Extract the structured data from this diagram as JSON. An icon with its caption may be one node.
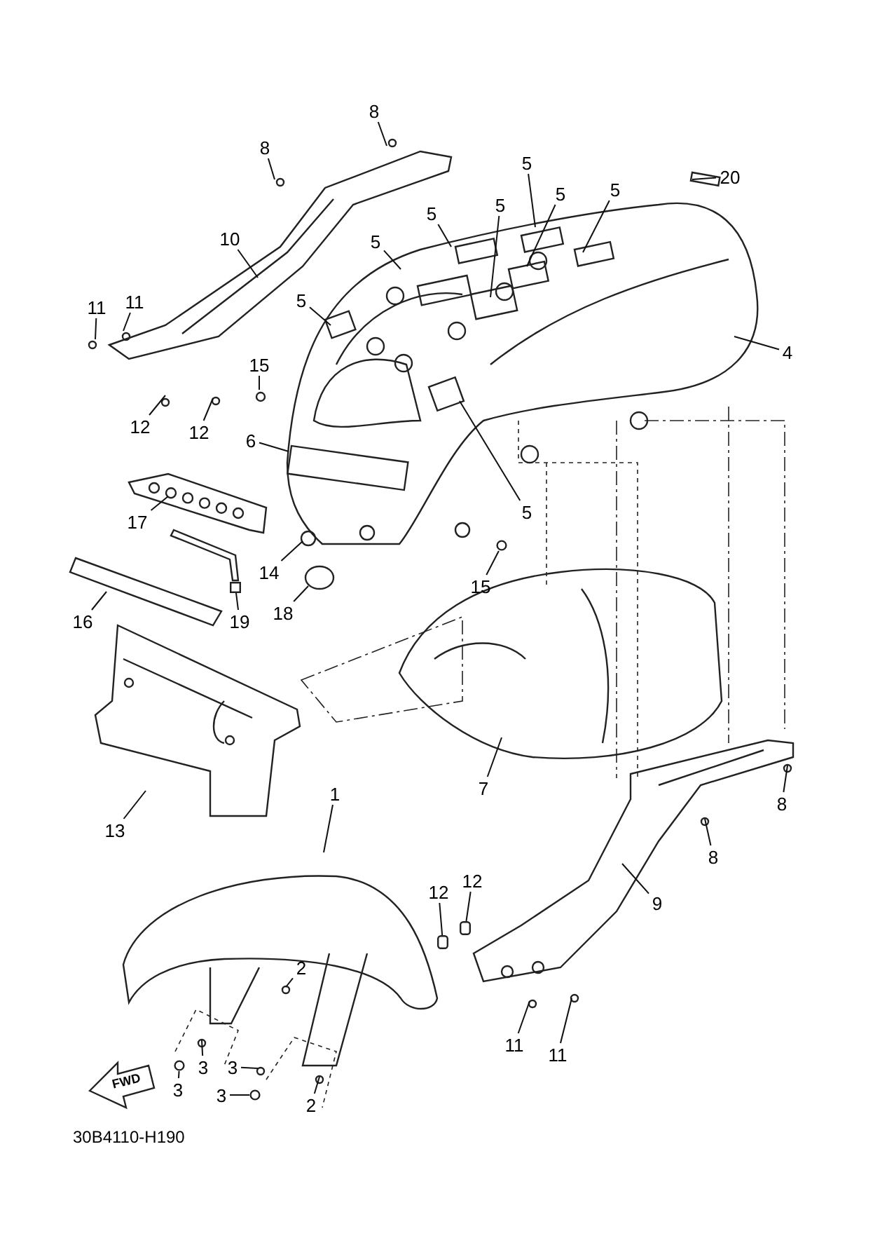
{
  "diagram": {
    "nodes": [
      {
        "text": [
          "8"
        ]
      },
      {
        "text": [
          "8"
        ]
      },
      {
        "text": [
          "5"
        ]
      },
      {
        "text": [
          "20"
        ]
      },
      {
        "text": [
          "5"
        ]
      },
      {
        "text": [
          "5"
        ]
      },
      {
        "text": [
          "5"
        ]
      },
      {
        "text": [
          "5"
        ]
      },
      {
        "text": [
          "10"
        ]
      },
      {
        "text": [
          "5"
        ]
      },
      {
        "text": [
          "5"
        ]
      },
      {
        "text": [
          "11"
        ]
      },
      {
        "text": [
          "11"
        ]
      },
      {
        "text": [
          "4"
        ]
      },
      {
        "text": [
          "15"
        ]
      },
      {
        "text": [
          "12"
        ]
      },
      {
        "text": [
          "12"
        ]
      },
      {
        "text": [
          "6"
        ]
      },
      {
        "text": [
          "5"
        ]
      },
      {
        "text": [
          "17"
        ]
      },
      {
        "text": [
          "14"
        ]
      },
      {
        "text": [
          "15"
        ]
      },
      {
        "text": [
          "18"
        ]
      },
      {
        "text": [
          "16"
        ]
      },
      {
        "text": [
          "19"
        ]
      },
      {
        "text": [
          "7"
        ]
      },
      {
        "text": [
          "1"
        ]
      },
      {
        "text": [
          "8"
        ]
      },
      {
        "text": [
          "13"
        ]
      },
      {
        "text": [
          "8"
        ]
      },
      {
        "text": [
          "12"
        ]
      },
      {
        "text": [
          "9"
        ]
      },
      {
        "text": [
          "12"
        ]
      },
      {
        "text": [
          "2"
        ]
      },
      {
        "text": [
          "11"
        ]
      },
      {
        "text": [
          "11"
        ]
      },
      {
        "text": [
          "3"
        ]
      },
      {
        "text": [
          "3"
        ]
      },
      {
        "text": [
          "3"
        ]
      },
      {
        "text": [
          "3"
        ]
      },
      {
        "text": [
          "2"
        ]
      },
      {
        "text": [],
        "shape": "circle"
      },
      {
        "text": [],
        "shape": "box"
      },
      {
        "text": [],
        "shape": "cylinder"
      },
      {
        "text": [],
        "shape": "circle"
      },
      {
        "text": [],
        "shape": "circle"
      },
      {
        "text": [],
        "shape": "cylinder"
      }
    ],
    "edges": [
      {
        "from": 0,
        "to": null,
        "arrow": "none"
      },
      {
        "from": 1,
        "to": null,
        "arrow": "none"
      },
      {
        "from": 2,
        "to": null,
        "arrow": "none"
      },
      {
        "from": 3,
        "to": null,
        "arrow": "none"
      },
      {
        "from": 4,
        "to": null,
        "arrow": "none"
      },
      {
        "from": 5,
        "to": null,
        "arrow": "none"
      },
      {
        "from": 6,
        "to": null,
        "arrow": "none"
      },
      {
        "from": 7,
        "to": null,
        "arrow": "none"
      },
      {
        "from": 8,
        "to": null,
        "arrow": "none"
      },
      {
        "from": 9,
        "to": null,
        "arrow": "none"
      },
      {
        "from": 10,
        "to": null,
        "arrow": "none"
      },
      {
        "from": 11,
        "to": null,
        "arrow": "none"
      },
      {
        "from": 12,
        "to": null,
        "arrow": "none"
      },
      {
        "from": 13,
        "to": null,
        "arrow": "none"
      },
      {
        "from": 14,
        "to": null,
        "arrow": "none"
      },
      {
        "from": 15,
        "to": null,
        "arrow": "none"
      },
      {
        "from": 16,
        "to": null,
        "arrow": "none"
      },
      {
        "from": 17,
        "to": null,
        "arrow": "none"
      },
      {
        "from": 18,
        "to": null,
        "arrow": "none"
      },
      {
        "from": 19,
        "to": null,
        "arrow": "none"
      },
      {
        "from": 20,
        "to": null,
        "arrow": "none"
      },
      {
        "from": 21,
        "to": 41,
        "arrow": "none"
      },
      {
        "from": 22,
        "to": null,
        "arrow": "none"
      },
      {
        "from": 23,
        "to": null,
        "arrow": "none"
      },
      {
        "from": 24,
        "to": 42,
        "arrow": "none"
      },
      {
        "from": 25,
        "to": null,
        "arrow": "none"
      },
      {
        "from": 26,
        "to": null,
        "arrow": "none"
      },
      {
        "from": 27,
        "to": null,
        "arrow": "none"
      },
      {
        "from": 28,
        "to": null,
        "arrow": "none"
      },
      {
        "from": 29,
        "to": null,
        "arrow": "none"
      },
      {
        "from": 30,
        "to": 46,
        "arrow": "none"
      },
      {
        "from": 31,
        "to": null,
        "arrow": "none"
      },
      {
        "from": 32,
        "to": 43,
        "arrow": "none"
      },
      {
        "from": 33,
        "to": null,
        "arrow": "none"
      },
      {
        "from": 34,
        "to": null,
        "arrow": "none"
      },
      {
        "from": 35,
        "to": null,
        "arrow": "none"
      },
      {
        "from": 36,
        "to": null,
        "arrow": "none"
      },
      {
        "from": 37,
        "to": null,
        "arrow": "none"
      },
      {
        "from": 38,
        "to": 44,
        "arrow": "none"
      },
      {
        "from": 39,
        "to": 45,
        "arrow": "none"
      },
      {
        "from": 40,
        "to": null,
        "arrow": "none"
      }
    ],
    "labels": [
      "FWD",
      "30B4110-H190"
    ]
  }
}
